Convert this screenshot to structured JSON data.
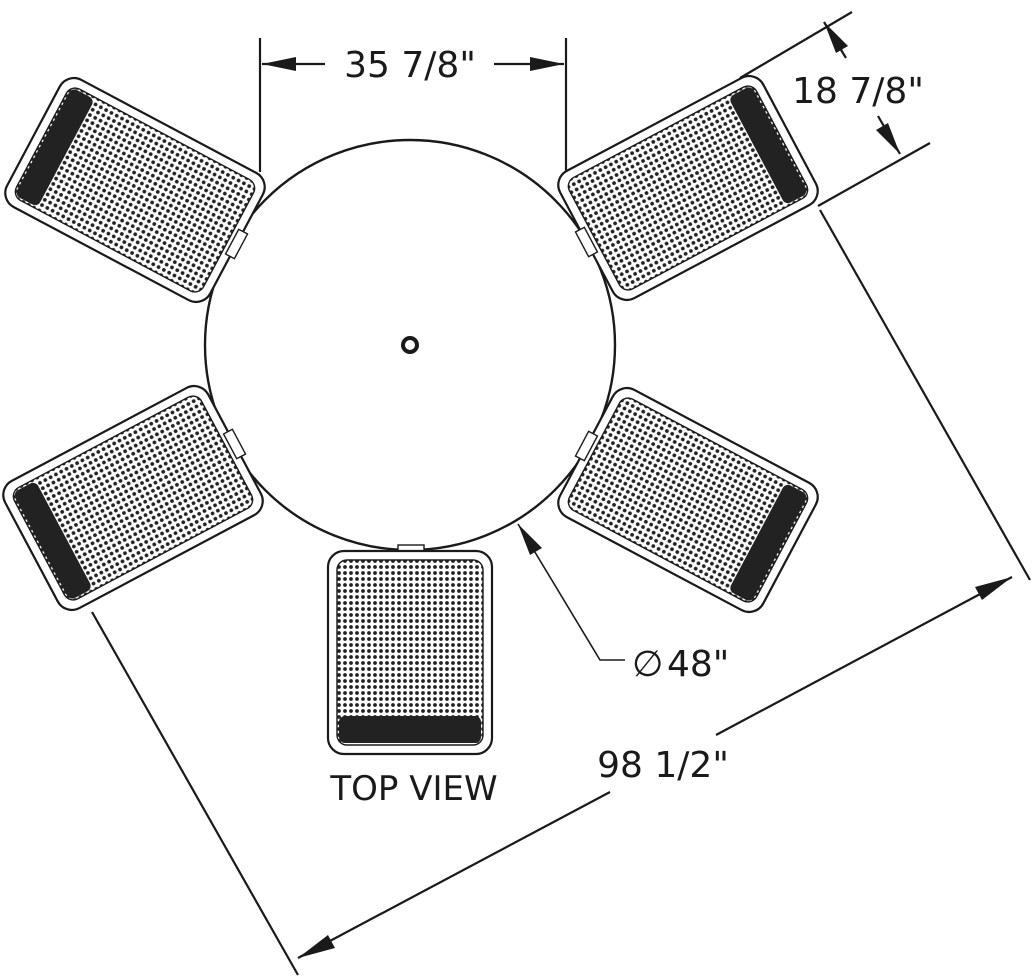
{
  "dimensions": {
    "seat_spacing": "35 7/8\"",
    "seat_depth": "18 7/8\"",
    "table_diameter": "48\"",
    "diameter_symbol": "∅",
    "overall_span": "98 1/2\""
  },
  "view_label": "TOP VIEW",
  "seats": [
    {
      "name": "seat-upper-left"
    },
    {
      "name": "seat-upper-right"
    },
    {
      "name": "seat-lower-left"
    },
    {
      "name": "seat-lower-right"
    },
    {
      "name": "seat-bottom"
    }
  ],
  "colors": {
    "ink": "#1a1a1a",
    "background": "#ffffff"
  }
}
